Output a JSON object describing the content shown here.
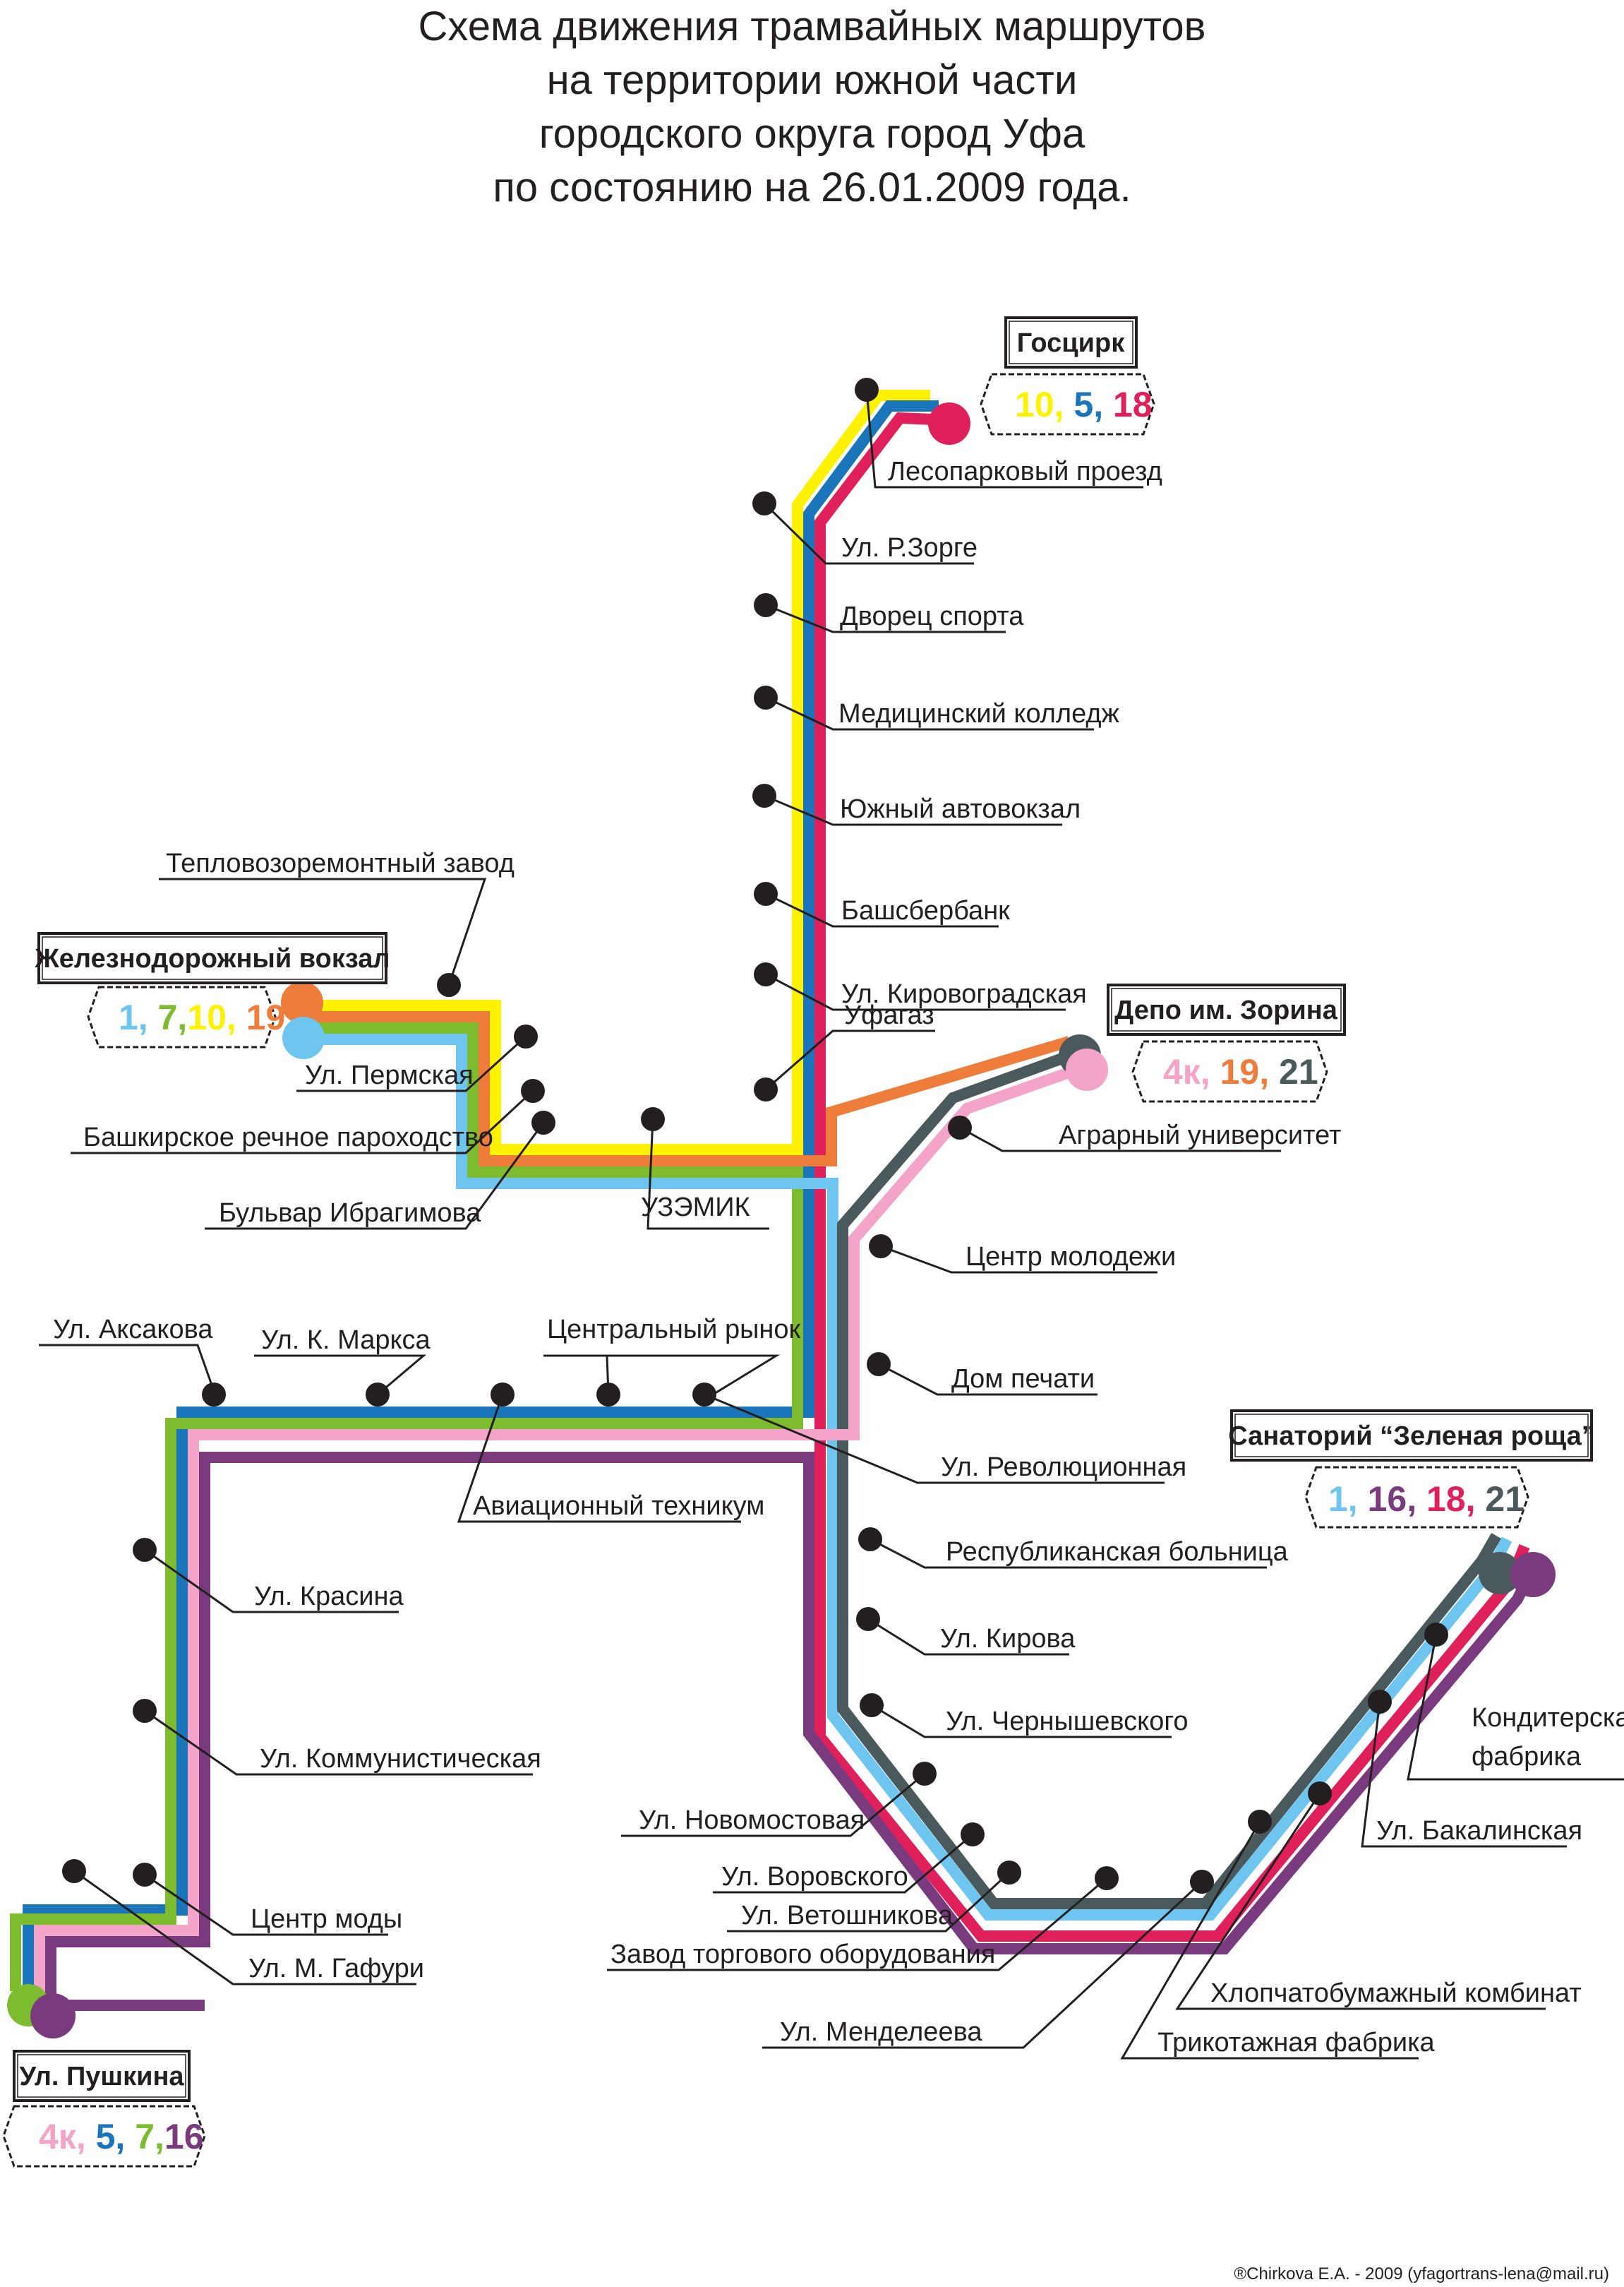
{
  "title_lines": [
    "Схема движения трамвайных маршрутов",
    "на территории южной части",
    "городского округа город Уфа",
    "по состоянию на 26.01.2009 года."
  ],
  "route_colors": {
    "1": "#6ec6f0",
    "4k": "#f4a4c8",
    "5": "#1a75bb",
    "7": "#7dbb2f",
    "10": "#fff200",
    "16": "#7a3b7e",
    "18": "#e0205a",
    "19": "#ee7d3b",
    "21": "#4a5a5c"
  },
  "terminals": {
    "goscirk": {
      "name": "Госцирк",
      "routes": [
        "10,",
        " 5,",
        " 18"
      ],
      "route_keys": [
        "10",
        "5",
        "18"
      ]
    },
    "railway": {
      "name": "Железнодорожный вокзал",
      "routes": [
        "1,",
        " 7,",
        "10,",
        " 19"
      ],
      "route_keys": [
        "1",
        "7",
        "10",
        "19"
      ]
    },
    "depot": {
      "name": "Депо им. Зорина",
      "routes": [
        "4к,",
        " 19,",
        " 21"
      ],
      "route_keys": [
        "4k",
        "19",
        "21"
      ]
    },
    "sanatorium": {
      "name": "Санаторий “Зеленая роща”",
      "routes": [
        "1,",
        " 16,",
        " 18,",
        " 21"
      ],
      "route_keys": [
        "1",
        "16",
        "18",
        "21"
      ]
    },
    "pushkina": {
      "name": "Ул. Пушкина",
      "routes": [
        "4к,",
        " 5,",
        " 7,",
        "16"
      ],
      "route_keys": [
        "4k",
        "5",
        "7",
        "16"
      ]
    }
  },
  "stops": {
    "lesoparkovy": "Лесопарковый проезд",
    "zorge": "Ул. Р.Зорге",
    "dvorets": "Дворец спорта",
    "medcollege": "Медицинский колледж",
    "yuzhny": "Южный автовокзал",
    "bashsberbank": "Башсбербанк",
    "kirovogradskaya": "Ул. Кировоградская",
    "ufagaz": "Уфагаз",
    "teplovoz": "Тепловозоремонтный завод",
    "permskaya": "Ул. Пермская",
    "parohodstvo": "Башкирское речное пароходство",
    "ibragimova": "Бульвар Ибрагимова",
    "uzemik": "УЗЭМИК",
    "agrarny": "Аграрный университет",
    "molodezh": "Центр молодежи",
    "dom_pechati": "Дом печати",
    "aksakova": "Ул. Аксакова",
    "marksa": "Ул. К. Маркса",
    "rynok": "Центральный рынок",
    "revolyutsionnaya": "Ул. Революционная",
    "aviatech": "Авиационный техникум",
    "bolnitsa": "Республиканская больница",
    "krasina": "Ул. Красина",
    "kirova": "Ул. Кирова",
    "chernyshevskogo": "Ул. Чернышевского",
    "kommunisticheskaya": "Ул. Коммунистическая",
    "konditerskaya_1": "Кондитерская",
    "konditerskaya_2": "фабрика",
    "bakalinskaya": "Ул. Бакалинская",
    "novomostovaya": "Ул. Новомостовая",
    "vorovskogo": "Ул. Воровского",
    "vetoshnikova": "Ул. Ветошникова",
    "zavod_torg": "Завод торгового оборудования",
    "centr_mody": "Центр моды",
    "gafuri": "Ул. М. Гафури",
    "hlopchato": "Хлопчатобумажный комбинат",
    "trikotazh": "Трикотажная фабрика",
    "mendeleeva": "Ул. Менделеева"
  },
  "copyright": "®Chirkova E.A. - 2009 (yfagortrans-lena@mail.ru)"
}
